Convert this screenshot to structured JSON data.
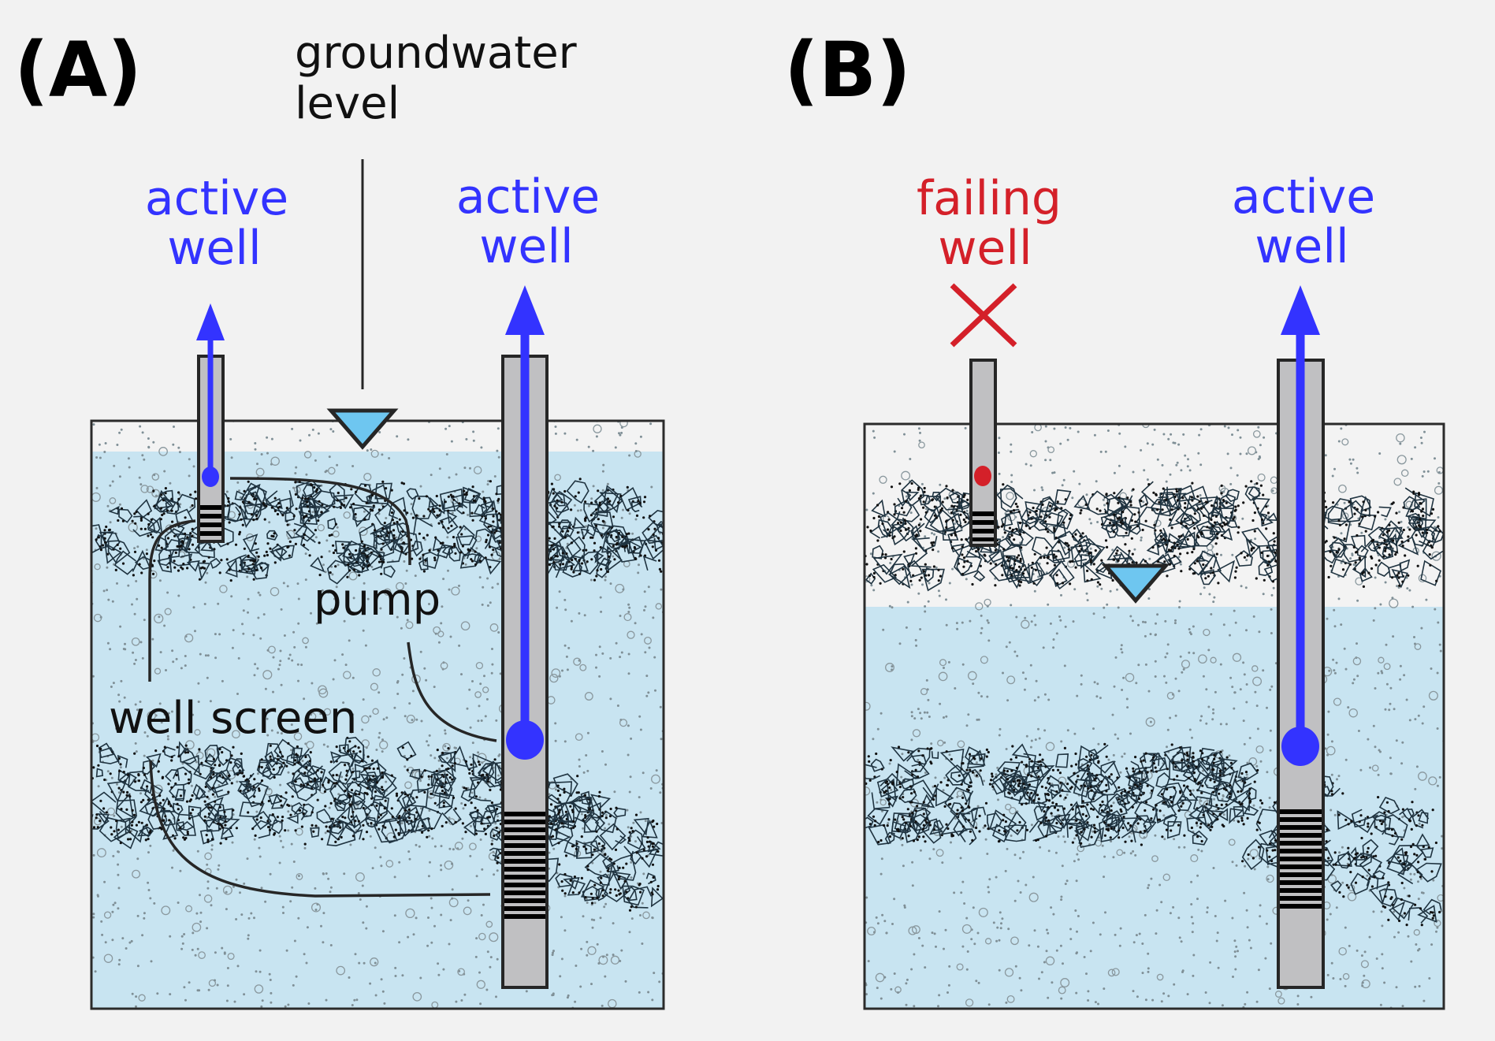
{
  "figure": {
    "colors": {
      "background": "#f2f2f2",
      "water": "#c8e4f1",
      "dry_sand": "#f3f3f3",
      "sand_dots": "#7f8f96",
      "gravel_outline": "#1f3340",
      "casing_fill": "#c0c0c2",
      "casing_stroke": "#262626",
      "active_blue": "#3333ff",
      "failing_red": "#d42029",
      "water_table_marker": "#6ec6f0",
      "leader_line": "#262626"
    },
    "panels": [
      {
        "id": "A",
        "letter": "(A)",
        "annotations": {
          "groundwater_line1": "groundwater",
          "groundwater_line2": "level",
          "pump": "pump",
          "well_screen": "well screen"
        },
        "wells": [
          {
            "kind": "shallow",
            "status": "active",
            "label_line1": "active",
            "label_line2": "well"
          },
          {
            "kind": "deep",
            "status": "active",
            "label_line1": "active",
            "label_line2": "well"
          }
        ]
      },
      {
        "id": "B",
        "letter": "(B)",
        "wells": [
          {
            "kind": "shallow",
            "status": "failing",
            "label_line1": "failing",
            "label_line2": "well",
            "failure_mark": "cross-icon"
          },
          {
            "kind": "deep",
            "status": "active",
            "label_line1": "active",
            "label_line2": "well"
          }
        ]
      }
    ]
  }
}
